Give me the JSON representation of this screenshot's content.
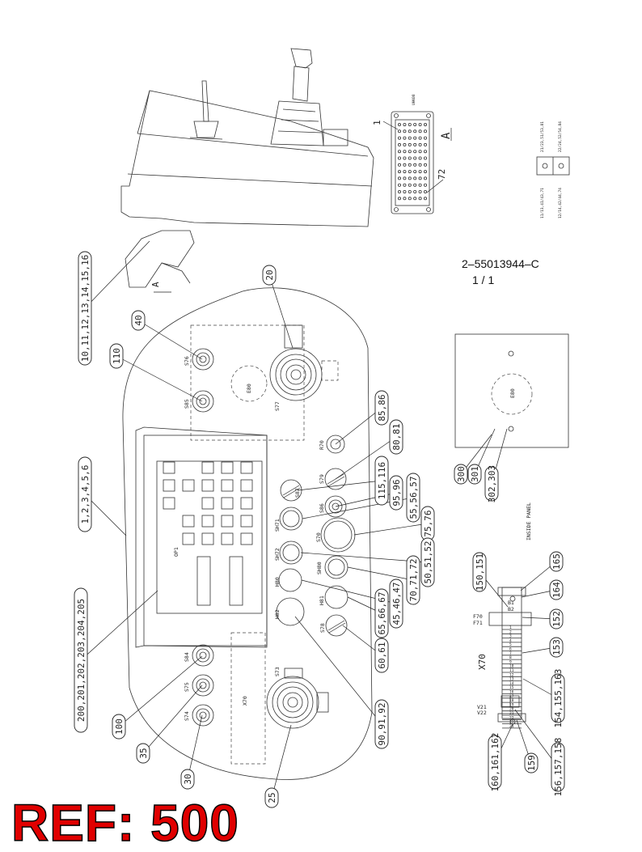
{
  "drawing_number": "2–55013944–C",
  "sheet": "1 / 1",
  "reference_banner": "REF: 500",
  "view_mark": "A",
  "connector": {
    "title": "UHK08",
    "pin_first": "1",
    "pin_last": "72",
    "view_label": "A"
  },
  "contact_block_labels": [
    "21/23,51/53,81",
    "22/24,52/54,84",
    "11/13,41/43,71",
    "12/14,42/44,74"
  ],
  "panel_labels": [
    "OP1",
    "E80",
    "S77",
    "S76",
    "S85",
    "R70",
    "S79",
    "S87",
    "S86",
    "SH71",
    "S70",
    "SH72",
    "SH80",
    "H80",
    "H81",
    "H82",
    "S78",
    "S84",
    "S75",
    "S74",
    "X70",
    "S73"
  ],
  "inside_panel_title": "INSIDE PANEL",
  "inside_panel_component": "E80",
  "terminal": {
    "label": "X70",
    "top_labels": [
      "B1",
      "B2"
    ],
    "fuse_labels": [
      "F70",
      "F71"
    ],
    "bottom_labels": [
      "V21",
      "V22"
    ],
    "numbers": [
      "1",
      "2",
      "3",
      "4",
      "5",
      "6",
      "7",
      "8",
      "9",
      "10",
      "11",
      "12",
      "13",
      "14",
      "15",
      "16",
      "17",
      "18",
      "19",
      "20",
      "21",
      "22",
      "23",
      "24"
    ]
  },
  "callouts": [
    "10,11,12,13,14,15,16",
    "20",
    "40",
    "110",
    "1,2,3,4,5,6",
    "200,201,202,203,204,205",
    "100",
    "35",
    "30",
    "25",
    "85,86",
    "80,81",
    "115,116",
    "95,96",
    "55,56,57",
    "75,76",
    "50,51,52",
    "70,71,72",
    "45,46,47",
    "65,66,67",
    "60,61",
    "90,91,92",
    "300",
    "301",
    "302,303",
    "150,151",
    "165",
    "164",
    "152",
    "153",
    "154,155,163",
    "156,157,158",
    "159",
    "160,161,162"
  ]
}
